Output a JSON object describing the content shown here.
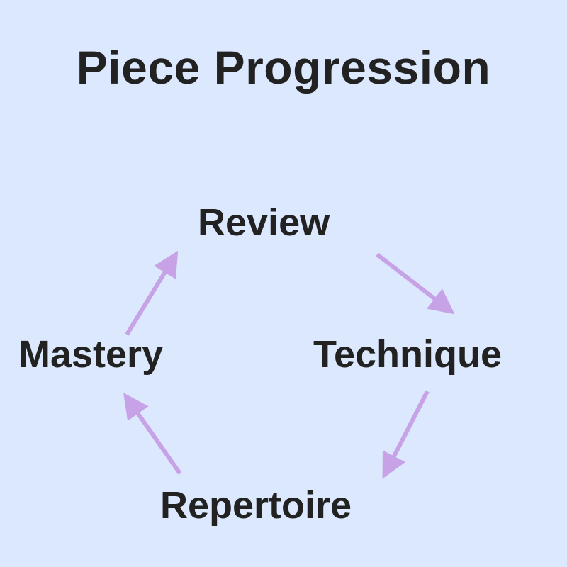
{
  "title": "Piece Progression",
  "nodes": {
    "review": "Review",
    "technique": "Technique",
    "repertoire": "Repertoire",
    "mastery": "Mastery"
  },
  "colors": {
    "background": "#dbe8fd",
    "text": "#222222",
    "arrow": "#c7a2e6"
  }
}
